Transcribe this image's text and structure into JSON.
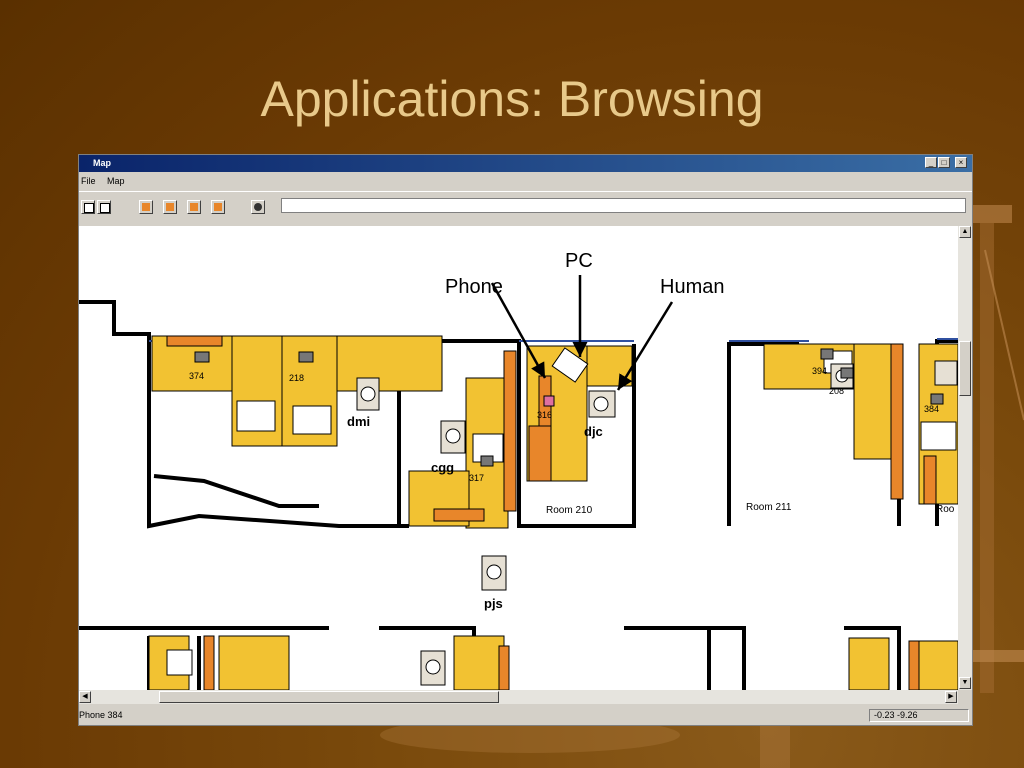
{
  "slide": {
    "title": "Applications: Browsing"
  },
  "window": {
    "title": "Map",
    "controls": {
      "minimize": "_",
      "maximize": "□",
      "close": "×"
    }
  },
  "menu": {
    "items": [
      "File",
      "Map"
    ]
  },
  "toolbar": {
    "buttons": [
      "page-icon",
      "blank-page-icon",
      "folder-icon",
      "folder-icon",
      "folder-icon",
      "folder-icon"
    ],
    "find_icon": "binoculars-icon"
  },
  "annotations": {
    "pc": "PC",
    "phone": "Phone",
    "human": "Human"
  },
  "map": {
    "desk_numbers": [
      "374",
      "218",
      "316",
      "317",
      "394",
      "208",
      "384"
    ],
    "occupants": [
      "dmi",
      "cgg",
      "djc",
      "pjs"
    ],
    "rooms": [
      "Room 210",
      "Room 211",
      "Roo"
    ],
    "colors": {
      "desk": "#f2c232",
      "accent": "#e8862a",
      "wall": "#000000"
    }
  },
  "status": {
    "left": "Phone 384",
    "right": "-0.23 -9.26"
  }
}
